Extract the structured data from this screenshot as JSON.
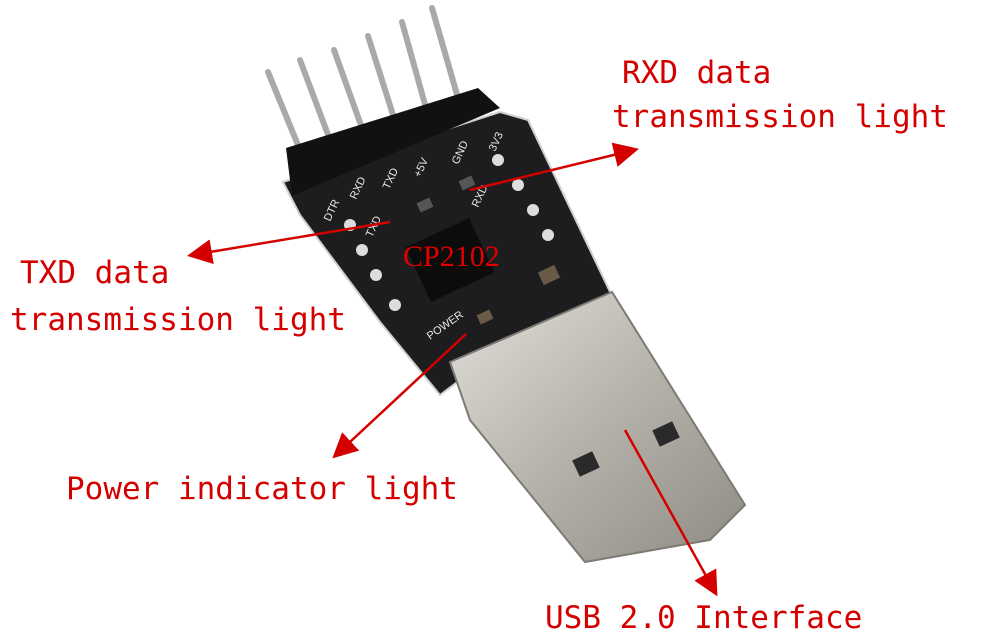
{
  "labels": {
    "rxd_line1": "RXD data",
    "rxd_line2": "transmission light",
    "txd_line1": "TXD data",
    "txd_line2": "transmission light",
    "power": "Power indicator light",
    "usb": "USB 2.0 Interface",
    "chip": "CP2102"
  },
  "board": {
    "pins": [
      "DTR",
      "RXD",
      "TXD",
      "+5V",
      "GND",
      "3V3"
    ],
    "led_labels": [
      "TXD",
      "RXD",
      "POWER"
    ]
  },
  "colors": {
    "annotation": "#d40000",
    "pcb": "#1c1c1e",
    "metal": "#bdbab3"
  }
}
